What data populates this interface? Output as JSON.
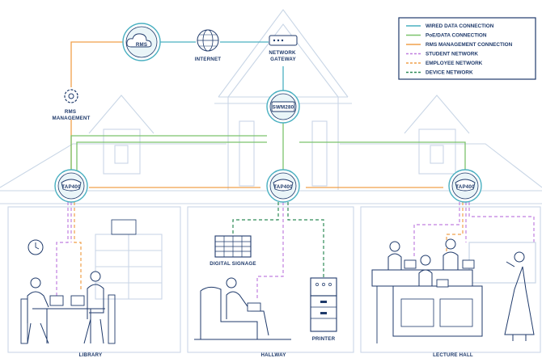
{
  "legend": [
    {
      "label": "WIRED DATA CONNECTION",
      "color": "#4ab0c1",
      "style": "solid"
    },
    {
      "label": "PoE/DATA CONNECTION",
      "color": "#7cc36c",
      "style": "solid"
    },
    {
      "label": "RMS MANAGEMENT CONNECTION",
      "color": "#f0a04b",
      "style": "solid"
    },
    {
      "label": "STUDENT NETWORK",
      "color": "#c07fe0",
      "style": "dashed"
    },
    {
      "label": "EMPLOYEE NETWORK",
      "color": "#f0a04b",
      "style": "dashed"
    },
    {
      "label": "DEVICE NETWORK",
      "color": "#2e8b57",
      "style": "dashed"
    }
  ],
  "nodes": {
    "rms": "RMS",
    "internet": "INTERNET",
    "gateway": "NETWORK GATEWAY",
    "switch": "SWM280",
    "rms_management": "RMS MANAGEMENT",
    "ap_left": "TAP400",
    "ap_center": "TAP400",
    "ap_right": "TAP400"
  },
  "rooms": {
    "library": "LIBRARY",
    "hallway": "HALLWAY",
    "lecture_hall": "LECTURE HALL"
  },
  "devices": {
    "signage": "DIGITAL SIGNAGE",
    "printer": "PRINTER"
  },
  "colors": {
    "navy": "#1f3a6b",
    "building": "#c9d6e6",
    "wired": "#4ab0c1",
    "poe": "#7cc36c",
    "rms": "#f0a04b",
    "student": "#c07fe0",
    "device": "#2e8b57"
  }
}
